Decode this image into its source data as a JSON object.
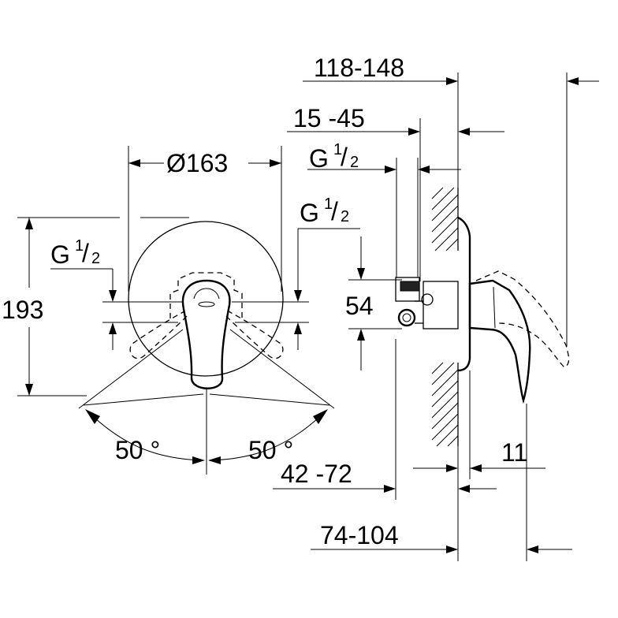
{
  "diagram": {
    "front_view": {
      "diameter_label": "Ø163",
      "height_label": "193",
      "thread_left_main": "G",
      "thread_left_num": "1",
      "thread_left_den": "2",
      "thread_right_main": "G",
      "thread_right_num": "1",
      "thread_right_den": "2",
      "angle_left_label": "50 °",
      "angle_right_label": "50 °"
    },
    "side_view": {
      "dim_top_label": "118-148",
      "dim_second_label": "15 -45",
      "thread_main": "G",
      "thread_num": "1",
      "thread_den": "2",
      "dim_54_label": "54",
      "dim_11_label": "11",
      "dim_42_label": "42 -72",
      "dim_74_label": "74-104"
    }
  }
}
